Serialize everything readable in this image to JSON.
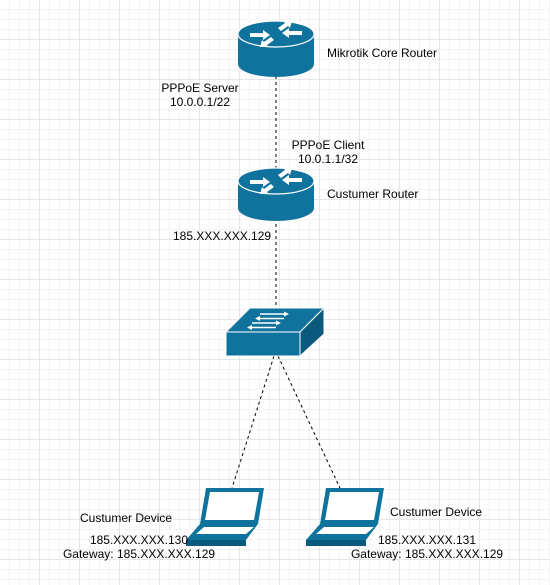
{
  "core_router": {
    "label": "Mikrotik Core Router",
    "server_title": "PPPoE Server",
    "server_ip": "10.0.0.1/22"
  },
  "customer_router": {
    "label": "Custumer Router",
    "client_title": "PPPoE Client",
    "client_ip": "10.0.1.1/32",
    "lan_ip": "185.XXX.XXX.129"
  },
  "device_left": {
    "label": "Custumer Device",
    "ip": "185.XXX.XXX.130",
    "gateway": "Gateway: 185.XXX.XXX.129"
  },
  "device_right": {
    "label": "Custumer Device",
    "ip": "185.XXX.XXX.131",
    "gateway": "Gateway: 185.XXX.XXX.129"
  },
  "colors": {
    "device": "#10739e",
    "device_dark": "#0b5a7d",
    "icon": "#ffffff"
  }
}
